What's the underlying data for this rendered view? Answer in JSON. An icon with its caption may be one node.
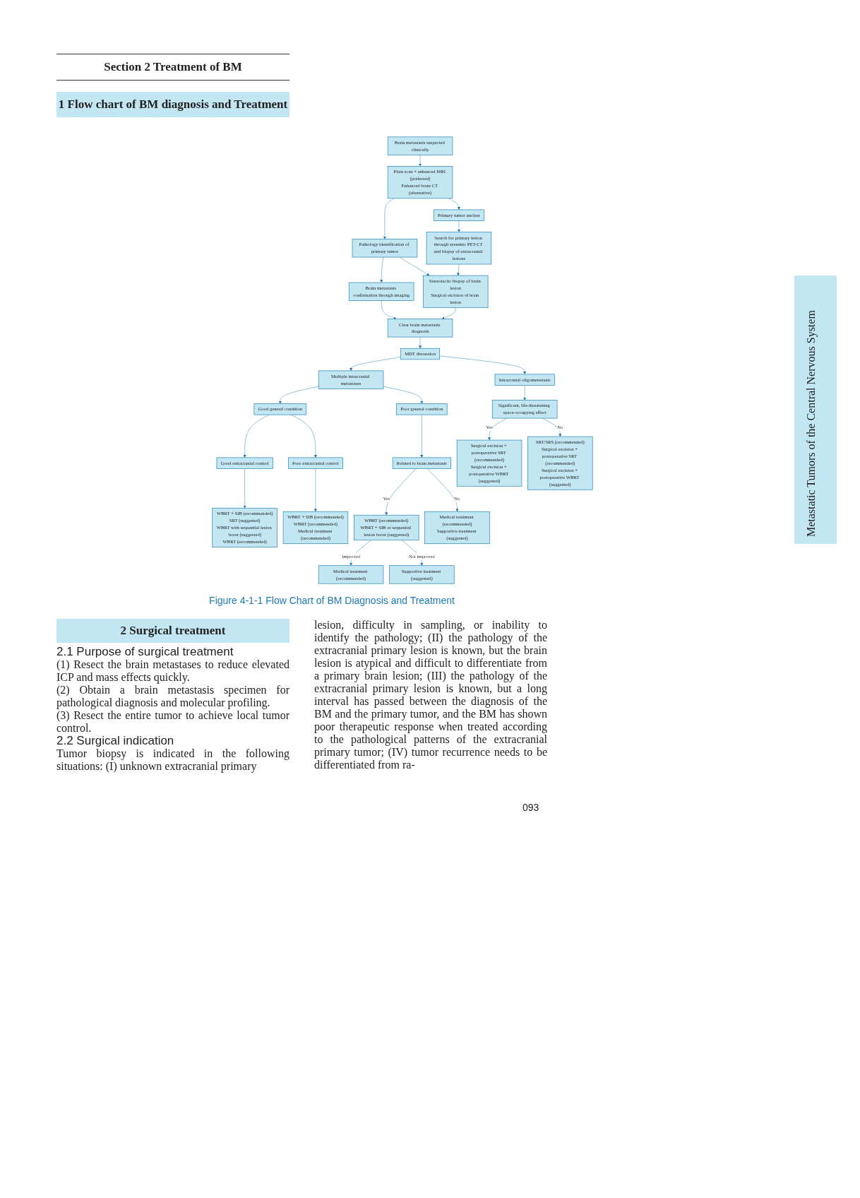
{
  "diagram": {
    "title": "1 Flow chart of BM diagnosis and Treatment",
    "caption": "Figure 4-1-1 Flow Chart of BM Diagnosis and Treatment",
    "nodes": [
      {
        "text": [
          "Brain metastasis suspected clinically"
        ]
      },
      {
        "text": [
          "Plain scan + enhanced MRI (preferred)",
          "Enhanced brain CT (alternative)"
        ]
      },
      {
        "text": [
          "Pathology identification of primary tumor"
        ]
      },
      {
        "text": [
          "Primary tumor unclear"
        ]
      },
      {
        "text": [
          "Search for primary lesion through systemic PET-CT and biopsy of extracranial lesions"
        ]
      },
      {
        "text": [
          "Brain metastasis confirmation through imaging"
        ]
      },
      {
        "text": [
          "Stereotactic biopsy of brain lesion",
          "Surgical excision of brain lesion"
        ]
      },
      {
        "text": [
          "Clear brain metastasis diagnosis"
        ]
      },
      {
        "text": [
          "MDT discussion"
        ]
      },
      {
        "text": [
          "Intracranial oligometastasis"
        ]
      },
      {
        "text": [
          "Good general condition"
        ]
      },
      {
        "text": [
          "Multiple intracranial metastases"
        ]
      },
      {
        "text": [
          "Poor general condition"
        ]
      },
      {
        "text": [
          "Significant, life-threatening space-occupying effect"
        ]
      },
      {
        "text": [
          "Good extracranial control"
        ]
      },
      {
        "text": [
          "Poor extracranial control"
        ]
      },
      {
        "text": [
          "Related to brain metastasis"
        ]
      },
      {
        "text": [
          "Surgical excision + postoperative SRT (recommended)",
          "Surgical excision + postoperative WBRT (suggested)"
        ]
      },
      {
        "text": [
          "SRT/SRS (recommended)",
          "Surgical excision + postoperative SRT (recommended)",
          "Surgical excision + postoperative WBRT (suggested)"
        ]
      },
      {
        "text": [
          "WBRT + SIB (recommended)",
          "SRT (suggested)",
          "WBRT with sequential lesion boost (suggested)",
          "WBRT (recommended)"
        ]
      },
      {
        "text": [
          "WBRT + SIB (recommended)",
          "WBRT (recommended)",
          "Medical treatment (recommended)"
        ]
      },
      {
        "text": [
          "WBRT (recommended)",
          "WBRT + SIB or sequential lesion boost (suggested)"
        ]
      },
      {
        "text": [
          "Medical treatment (recommended)",
          "Supportive treatment (suggested)"
        ]
      },
      {
        "text": [
          "Medical treatment (recommended)"
        ]
      },
      {
        "text": [
          "Supportive treatment (suggested)"
        ]
      }
    ],
    "edges": [
      {
        "from": 0,
        "to": 1,
        "arrow": "to"
      },
      {
        "from": 1,
        "to": 2,
        "arrow": "to"
      },
      {
        "from": 1,
        "to": 3,
        "arrow": "to"
      },
      {
        "from": 2,
        "to": 5,
        "arrow": "to"
      },
      {
        "from": 2,
        "to": 6,
        "arrow": "to"
      },
      {
        "from": 3,
        "to": 4,
        "arrow": "to"
      },
      {
        "from": 4,
        "to": 6,
        "arrow": "to"
      },
      {
        "from": 5,
        "to": 7,
        "arrow": "to"
      },
      {
        "from": 6,
        "to": 7,
        "arrow": "to"
      },
      {
        "from": 7,
        "to": 8,
        "arrow": "to"
      },
      {
        "from": 8,
        "to": 9,
        "arrow": "to"
      },
      {
        "from": 8,
        "to": 11,
        "arrow": "to"
      },
      {
        "from": 11,
        "to": 10,
        "arrow": "to"
      },
      {
        "from": 11,
        "to": 12,
        "arrow": "to"
      },
      {
        "from": 9,
        "to": 13,
        "arrow": "to"
      },
      {
        "from": 10,
        "to": 14,
        "arrow": "to"
      },
      {
        "from": 10,
        "to": 15,
        "arrow": "to"
      },
      {
        "from": 12,
        "to": 16,
        "arrow": "to"
      },
      {
        "from": 13,
        "to": 17,
        "arrow": "to",
        "label": "Yes"
      },
      {
        "from": 13,
        "to": 18,
        "arrow": "to",
        "label": "No"
      },
      {
        "from": 14,
        "to": 19,
        "arrow": "to"
      },
      {
        "from": 15,
        "to": 20,
        "arrow": "to"
      },
      {
        "from": 16,
        "to": 21,
        "arrow": "to",
        "label": "Yes"
      },
      {
        "from": 16,
        "to": 22,
        "arrow": "to",
        "label": "No"
      },
      {
        "from": 21,
        "to": 23,
        "arrow": "to",
        "label": "Improved"
      },
      {
        "from": 21,
        "to": 24,
        "arrow": "to",
        "label": "Not improved"
      }
    ],
    "labels": [
      "Section 2 Treatment of BM",
      "Metastatic Tumors of the Central Nervous System",
      "2 Surgical treatment",
      "2.1 Purpose of surgical treatment",
      "(1) Resect the brain metastases to reduce elevated ICP and mass effects quickly.",
      "(2) Obtain a brain metastasis specimen for pathological diagnosis and molecular profiling.",
      "(3) Resect the entire tumor to achieve local tumor control.",
      "2.2 Surgical indication",
      "Tumor biopsy is indicated in the following situations: (I) unknown extracranial primary",
      "lesion, difficulty in sampling, or inability to identify the pathology; (II) the pathology of the extracranial primary lesion is known, but the brain lesion is atypical and difficult to differentiate from a primary brain lesion; (III) the pathology of the extracranial primary lesion is known, but a long interval has passed between the diagnosis of the BM and the primary tumor, and the BM has shown poor therapeutic response when treated according to the pathological patterns of the extracranial primary tumor; (IV) tumor recurrence needs to be differentiated from ra-",
      "093"
    ]
  }
}
